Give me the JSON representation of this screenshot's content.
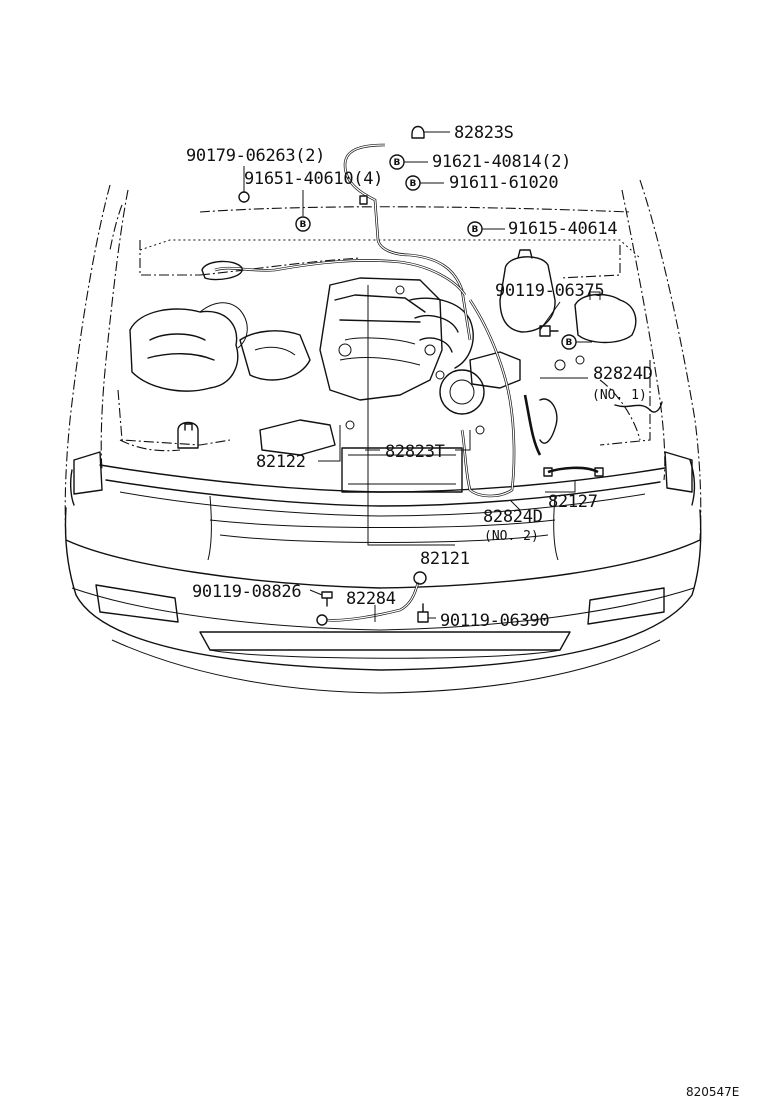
{
  "labels": {
    "p82823S": "82823S",
    "p90179_06263": "90179-06263(2)",
    "p91621_40814": "91621-40814(2)",
    "p91651_40610": "91651-40610(4)",
    "p91611_61020": "91611-61020",
    "p91615_40614": "91615-40614",
    "p90119_06375": "90119-06375",
    "p82824D_no1": "82824D",
    "p82824D_no1_sub": "(NO. 1)",
    "p82122": "82122",
    "p82823T": "82823T",
    "p82127": "82127",
    "p82824D_no2": "82824D",
    "p82824D_no2_sub": "(NO. 2)",
    "p82121": "82121",
    "p90119_08826": "90119-08826",
    "p82284": "82284",
    "p90119_06390": "90119-06390"
  },
  "bolt_symbol": "B",
  "reference_code": "820547E"
}
